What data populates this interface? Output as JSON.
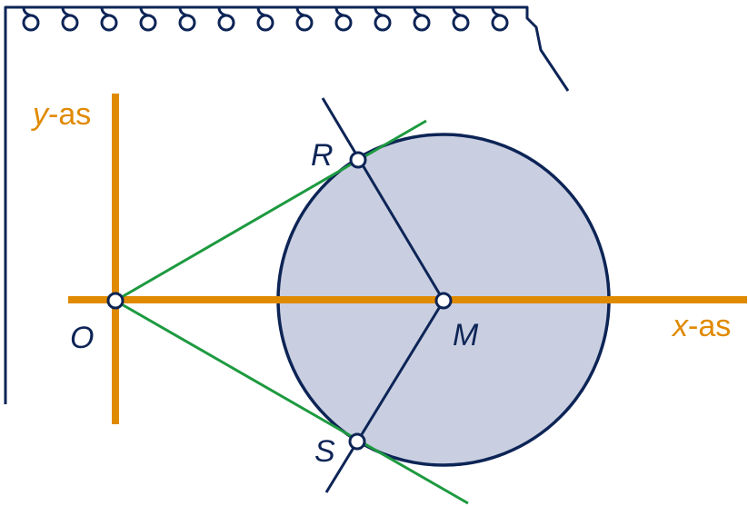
{
  "colors": {
    "axis": "#e08a00",
    "frame": "#0d2456",
    "circle_fill": "#c9cfe1",
    "circle_stroke": "#0d2456",
    "tangent": "#1d9a40",
    "radius": "#0d2456",
    "point_fill": "#ffffff"
  },
  "axes": {
    "y": {
      "var": "y",
      "suffix": "-as"
    },
    "x": {
      "var": "x",
      "suffix": "-as"
    }
  },
  "points": {
    "O": "O",
    "M": "M",
    "R": "R",
    "S": "S"
  }
}
